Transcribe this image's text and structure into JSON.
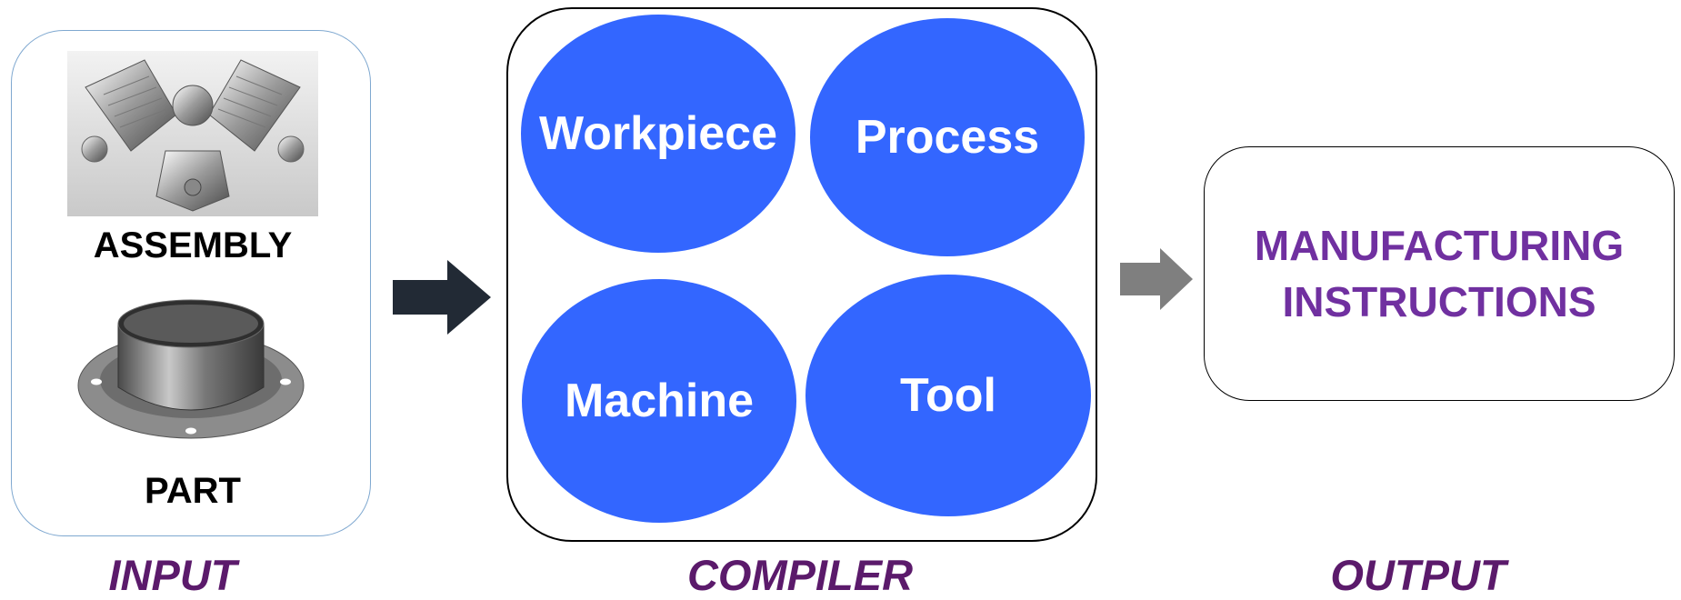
{
  "input": {
    "assembly_label": "ASSEMBLY",
    "part_label": "PART",
    "section_label": "INPUT"
  },
  "compiler": {
    "section_label": "COMPILER",
    "ovals": [
      "Workpiece",
      "Process",
      "Machine",
      "Tool"
    ]
  },
  "output": {
    "line1": "MANUFACTURING",
    "line2": "INSTRUCTIONS",
    "section_label": "OUTPUT"
  },
  "colors": {
    "oval_fill": "#3366ff",
    "output_text": "#7030a0",
    "section_label": "#5b1a6b",
    "arrow_dark": "#222a35",
    "arrow_gray": "#7f7f7f"
  }
}
